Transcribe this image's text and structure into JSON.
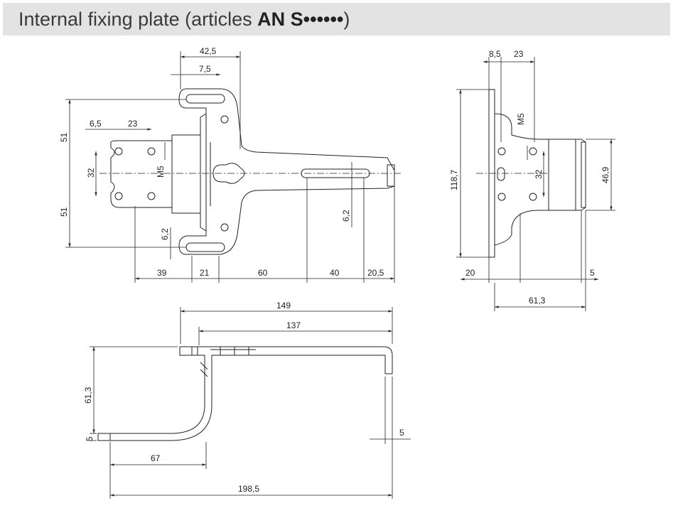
{
  "header": {
    "title_prefix": "Internal fixing plate (articles ",
    "title_code": "AN S••••••",
    "title_suffix": ")"
  },
  "front_view": {
    "dims": {
      "top_width": "42,5",
      "slot_offset": "7,5",
      "left_hole_offset": "6,5",
      "left_hole_spacing": "23",
      "height_upper": "51",
      "height_lower": "51",
      "hole_vspacing": "32",
      "thread": "M5",
      "slot_width_left": "6,2",
      "slot_width_arm": "6,2",
      "bottom_1": "39",
      "bottom_2": "21",
      "bottom_3": "60",
      "bottom_4": "40",
      "bottom_5": "20,5"
    }
  },
  "side_view": {
    "dims": {
      "top_1": "8,5",
      "top_2": "23",
      "thread": "M5",
      "height_total": "118,7",
      "hole_vspacing": "32",
      "flange_height": "46,9",
      "bottom_left": "20",
      "bottom_right": "5",
      "width_total": "61,3"
    }
  },
  "bottom_view": {
    "dims": {
      "length_outer": "149",
      "length_inner": "137",
      "height": "61,3",
      "thickness_left": "5",
      "thickness_right": "5",
      "foot_length": "67",
      "total_length": "198,5"
    }
  }
}
